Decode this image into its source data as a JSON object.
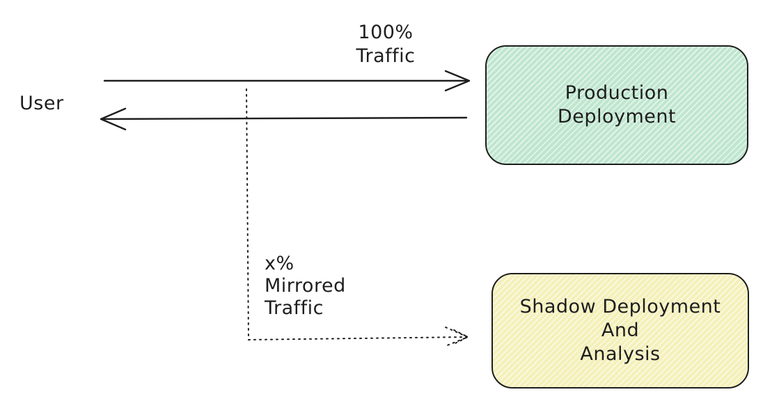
{
  "user_label": "User",
  "top_traffic": {
    "line1": "100%",
    "line2": "Traffic"
  },
  "mirror_traffic": {
    "line1": "x%",
    "line2": "Mirrored",
    "line3": "Traffic"
  },
  "production": {
    "line1": "Production",
    "line2": "Deployment",
    "fill": "#bfe6cf"
  },
  "shadow": {
    "line1": "Shadow Deployment",
    "line2": "And",
    "line3": "Analysis",
    "fill": "#f4f0b8"
  },
  "stroke_color": "#1e1e1e"
}
